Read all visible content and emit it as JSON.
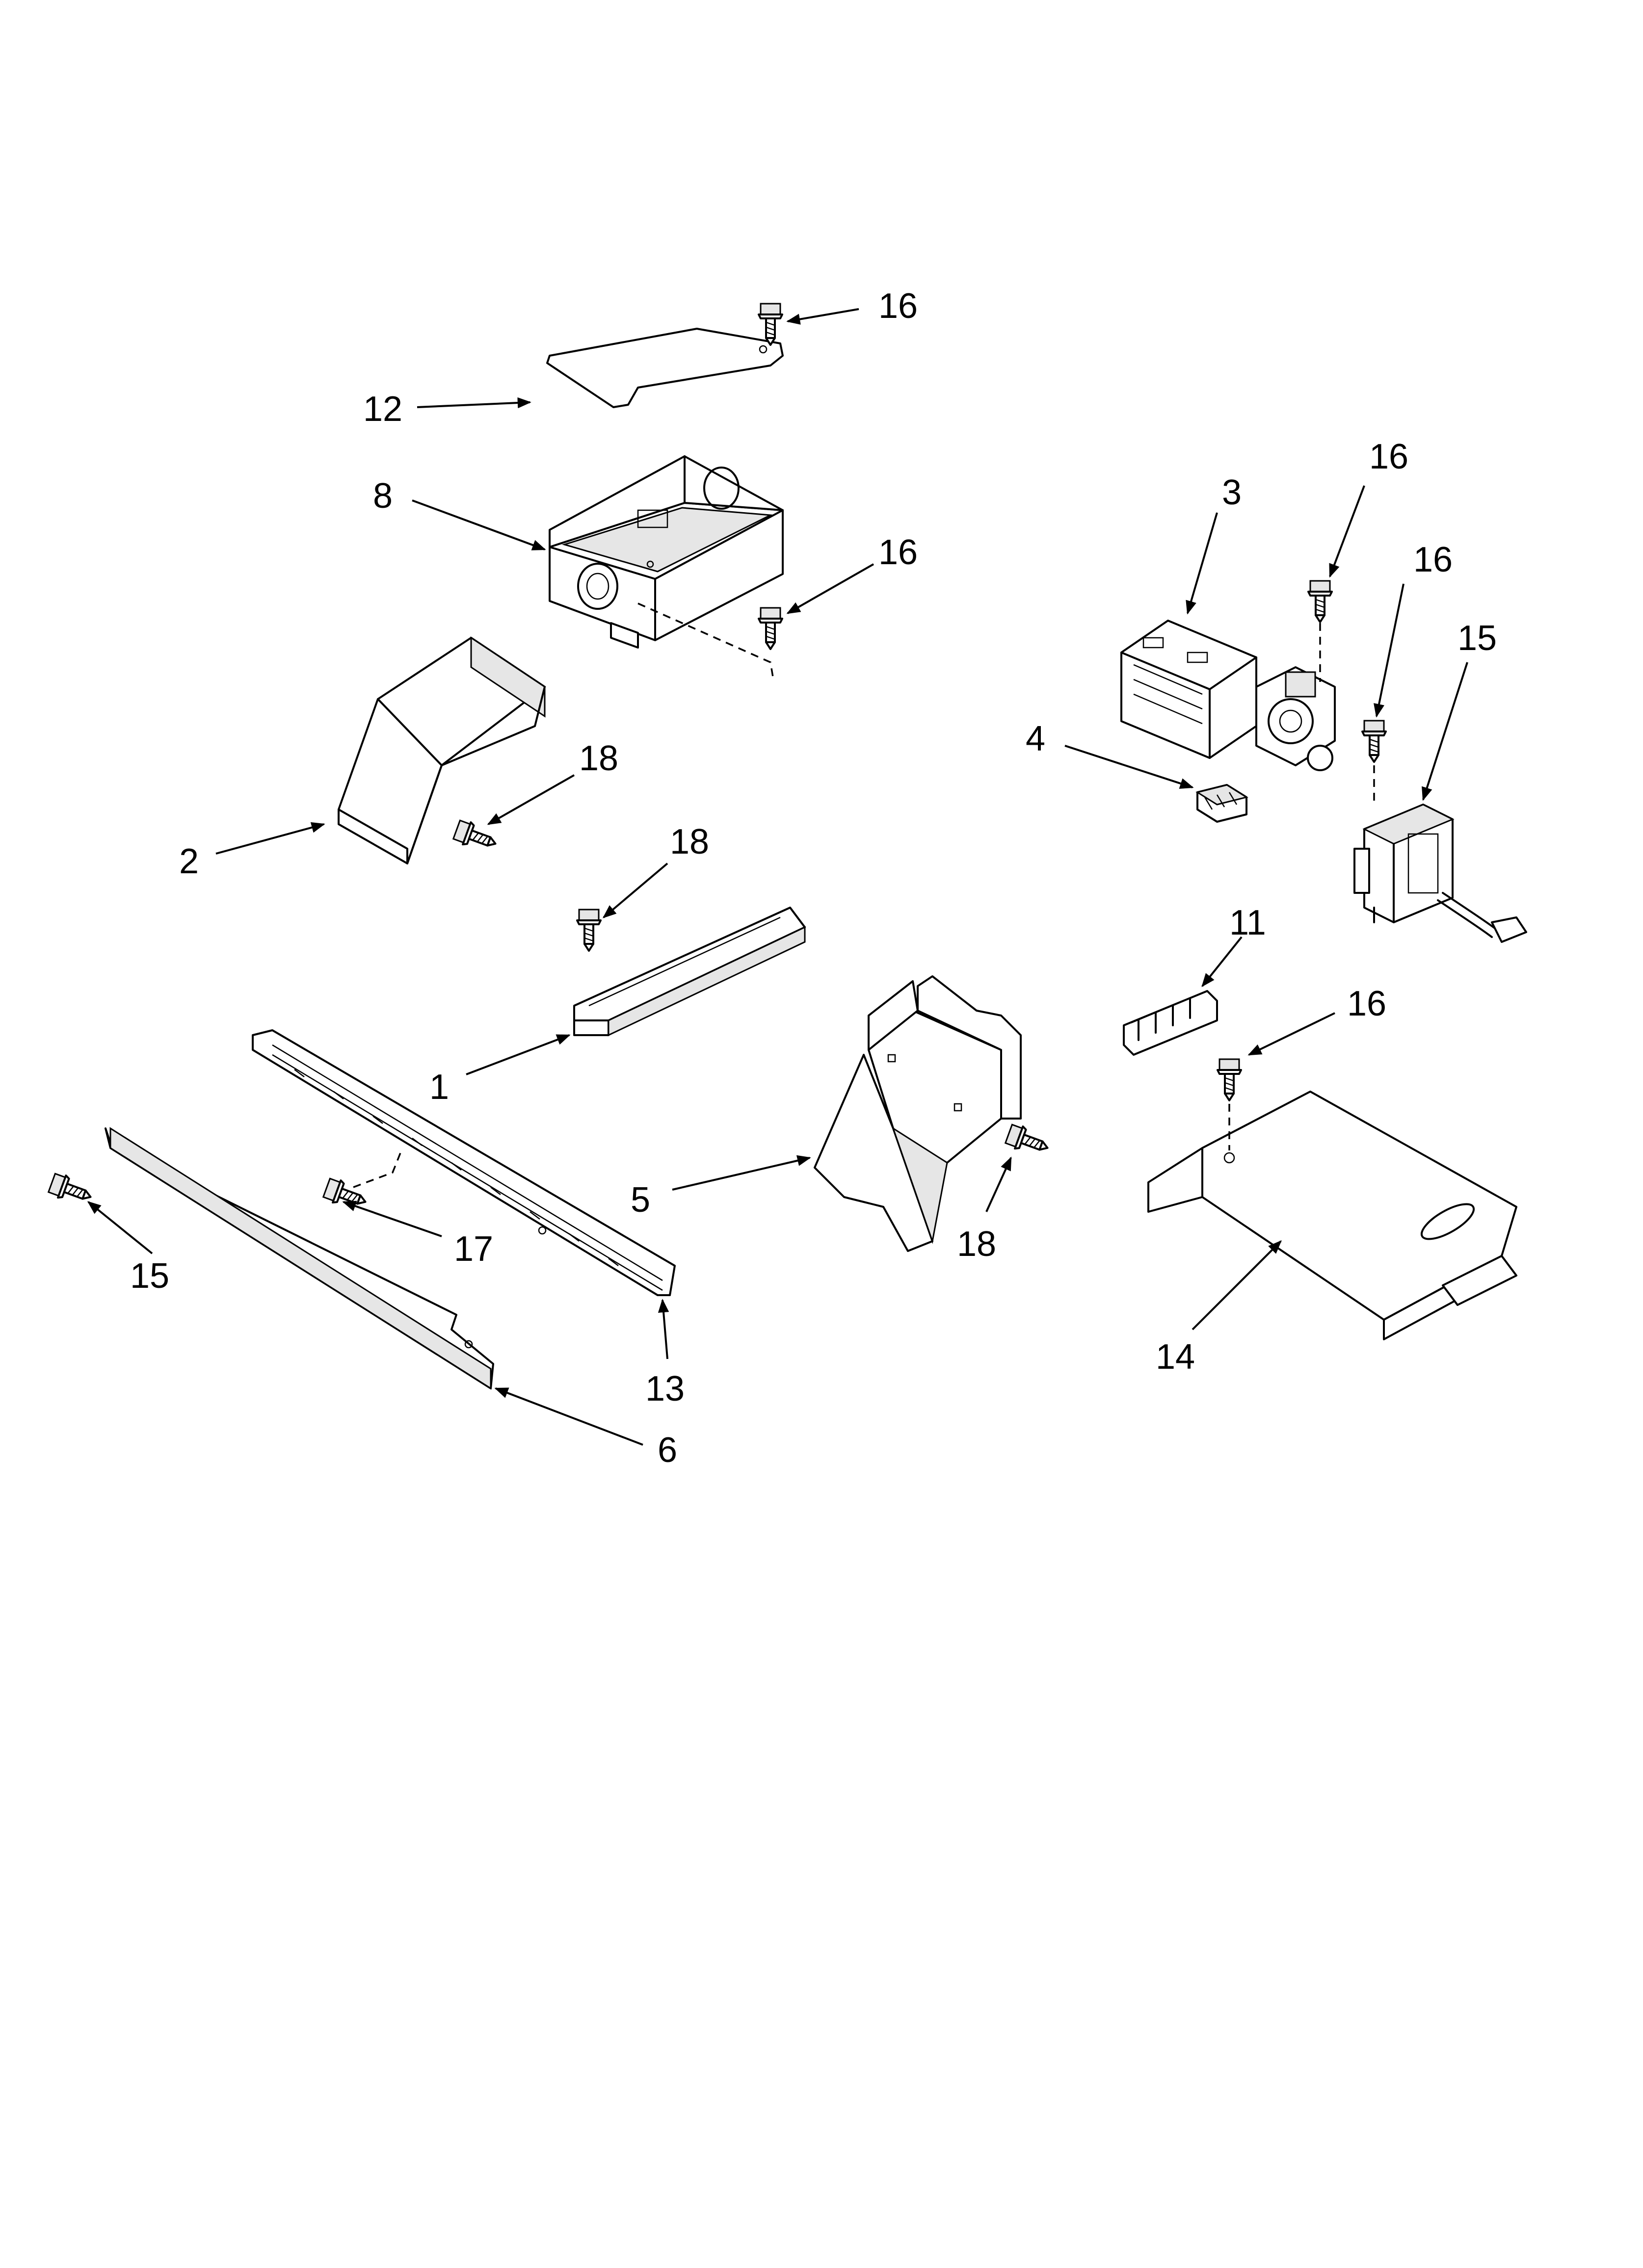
{
  "diagram": {
    "callouts": [
      "16",
      "12",
      "8",
      "16",
      "16",
      "3",
      "16",
      "15",
      "4",
      "2",
      "18",
      "18",
      "1",
      "11",
      "16",
      "5",
      "18",
      "15",
      "17",
      "13",
      "6",
      "14"
    ]
  }
}
